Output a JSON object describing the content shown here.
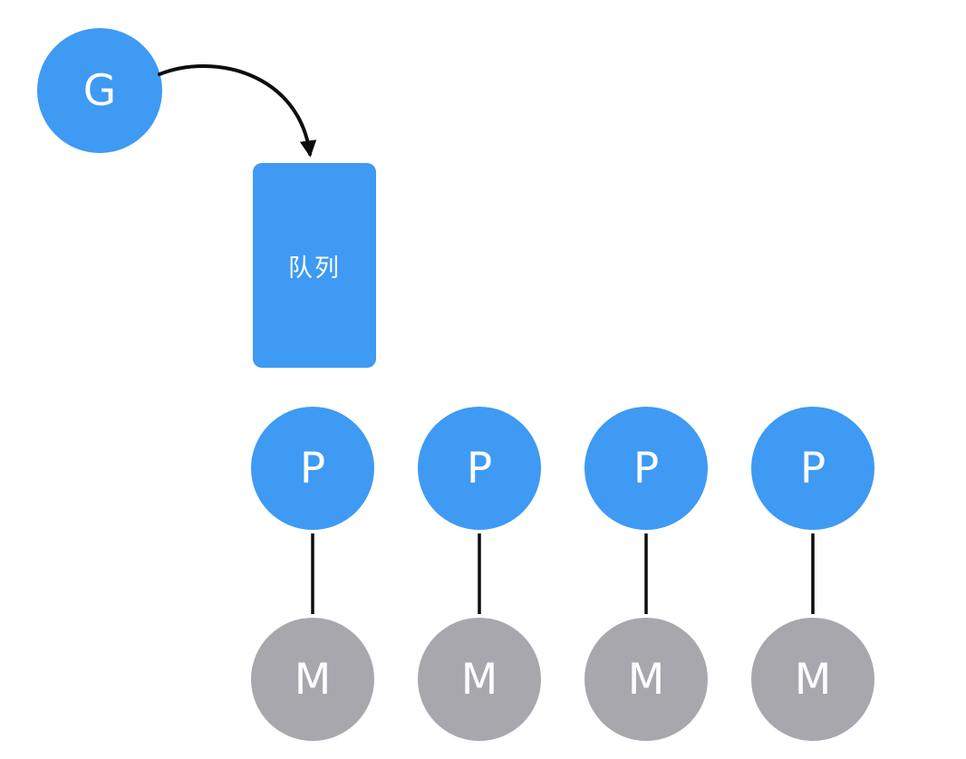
{
  "nodes": {
    "g": {
      "label": "G"
    },
    "queue": {
      "label": "队列"
    },
    "processors": [
      {
        "label": "P"
      },
      {
        "label": "P"
      },
      {
        "label": "P"
      },
      {
        "label": "P"
      }
    ],
    "machines": [
      {
        "label": "M"
      },
      {
        "label": "M"
      },
      {
        "label": "M"
      },
      {
        "label": "M"
      }
    ]
  },
  "colors": {
    "node_blue": "#3e9af3",
    "node_gray": "#a9a7ae",
    "edge": "#0d0d0d",
    "label_text": "#fdfdfd",
    "background": "#ffffff"
  }
}
